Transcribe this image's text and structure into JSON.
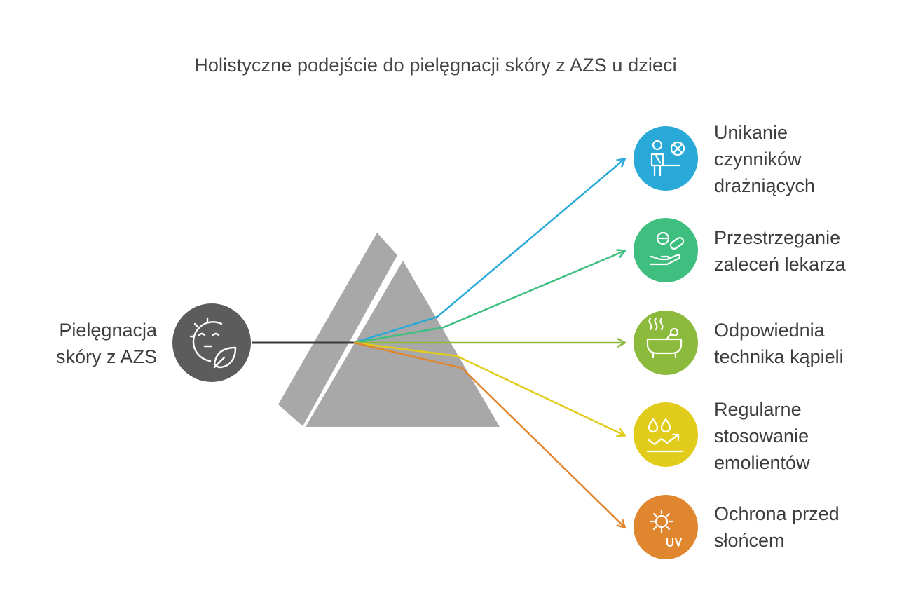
{
  "title": "Holistyczne podejście do pielęgnacji skóry z AZS u dzieci",
  "source": {
    "label": "Pielęgnacja skóry z AZS",
    "label_lines": [
      "Pielęgnacja",
      "skóry z AZS"
    ],
    "icon": "face-leaf-icon",
    "color": "#5c5c5c"
  },
  "prism_color": "#a8a8a8",
  "outputs": [
    {
      "label": "Unikanie czynników drażniących",
      "lines": [
        "Unikanie",
        "czynników",
        "drażniących"
      ],
      "icon": "avoid-irritants-icon",
      "color": "#29a9d8"
    },
    {
      "label": "Przestrzeganie zaleceń lekarza",
      "lines": [
        "Przestrzeganie",
        "zaleceń lekarza"
      ],
      "icon": "hand-pills-icon",
      "color": "#3fbf7f"
    },
    {
      "label": "Odpowiednia technika kąpieli",
      "lines": [
        "Odpowiednia",
        "technika kąpieli"
      ],
      "icon": "bathtub-icon",
      "color": "#8cba3c"
    },
    {
      "label": "Regularne stosowanie emolientów",
      "lines": [
        "Regularne",
        "stosowanie",
        "emolientów"
      ],
      "icon": "drops-moisturize-icon",
      "color": "#e2cc1b"
    },
    {
      "label": "Ochrona przed słońcem",
      "lines": [
        "Ochrona przed",
        "słońcem"
      ],
      "icon": "sun-uv-icon",
      "color": "#e0862e"
    }
  ]
}
